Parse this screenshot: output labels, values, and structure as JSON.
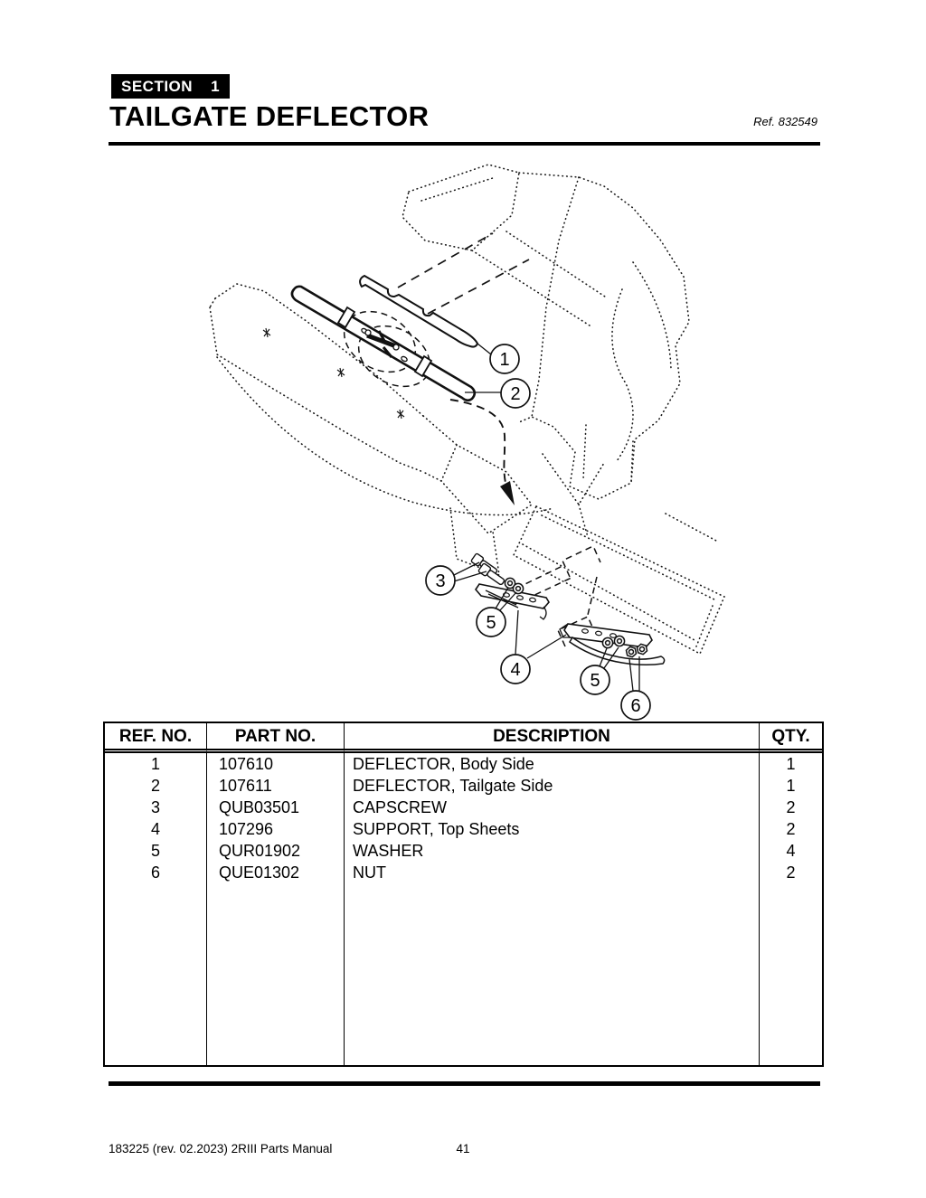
{
  "header": {
    "section_label": "SECTION",
    "section_number": "1",
    "title": "TAILGATE DEFLECTOR",
    "ref_label": "Ref. 832549"
  },
  "diagram": {
    "callouts": {
      "c1": "1",
      "c2": "2",
      "c3": "3",
      "c4": "4",
      "c5a": "5",
      "c5b": "5",
      "c6": "6"
    }
  },
  "table": {
    "columns": [
      "REF. NO.",
      "PART NO.",
      "DESCRIPTION",
      "QTY."
    ],
    "rows": [
      [
        "1",
        "107610",
        "DEFLECTOR, Body Side",
        "1"
      ],
      [
        "2",
        "107611",
        "DEFLECTOR, Tailgate Side",
        "1"
      ],
      [
        "3",
        "QUB03501",
        "CAPSCREW",
        "2"
      ],
      [
        "4",
        "107296",
        "SUPPORT, Top Sheets",
        "2"
      ],
      [
        "5",
        "QUR01902",
        "WASHER",
        "4"
      ],
      [
        "6",
        "QUE01302",
        "NUT",
        "2"
      ]
    ]
  },
  "footer": {
    "doc_info": "183225  (rev. 02.2023) 2RIII Parts Manual",
    "page_number": "41"
  }
}
